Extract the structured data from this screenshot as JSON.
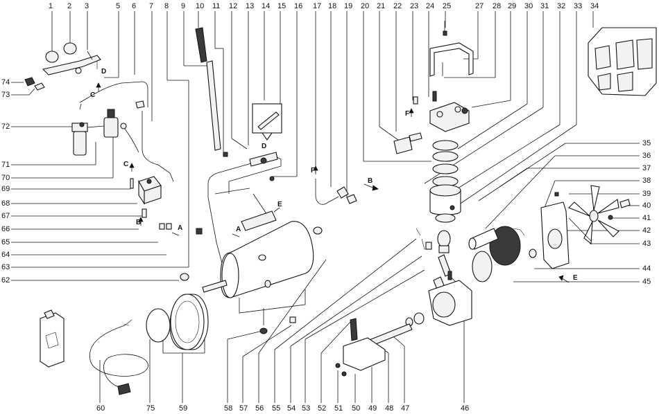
{
  "diagram": {
    "top_numbers": [
      "1",
      "2",
      "3",
      "5",
      "6",
      "7",
      "8",
      "9",
      "10",
      "11",
      "12",
      "13",
      "14",
      "15",
      "16",
      "17",
      "18",
      "19",
      "20",
      "21",
      "22",
      "23",
      "24",
      "25",
      "27",
      "28",
      "29",
      "30",
      "31",
      "32",
      "33",
      "34"
    ],
    "left_numbers": [
      "74",
      "73",
      "72",
      "71",
      "70",
      "69",
      "68",
      "67",
      "66",
      "65",
      "64",
      "63",
      "62"
    ],
    "right_numbers": [
      "35",
      "36",
      "37",
      "38",
      "39",
      "40",
      "41",
      "42",
      "43",
      "44",
      "45"
    ],
    "bottom_numbers": [
      "60",
      "75",
      "59",
      "58",
      "57",
      "56",
      "55",
      "54",
      "53",
      "52",
      "51",
      "50",
      "49",
      "48",
      "47",
      "46"
    ],
    "direction_letters": {
      "d1": "D",
      "c1": "C",
      "b1": "B",
      "a1": "A",
      "a2": "A",
      "e1": "E",
      "d2": "D",
      "f1": "F",
      "f2": "F",
      "b2": "B",
      "e2": "E"
    }
  }
}
